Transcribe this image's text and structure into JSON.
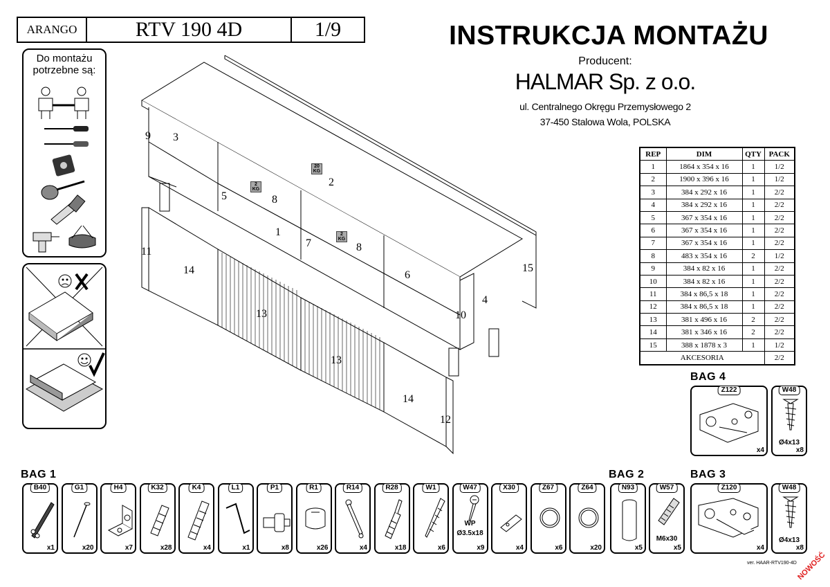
{
  "header": {
    "brand": "ARANGO",
    "model": "RTV 190 4D",
    "page": "1/9",
    "title": "INSTRUKCJA MONTAŻU",
    "producer_label": "Producent:",
    "company": "HALMAR Sp. z o.o.",
    "address_line1": "ul. Centralnego Okręgu Przemysłowego 2",
    "address_line2": "37-450 Stalowa Wola, POLSKA"
  },
  "tools_panel": {
    "title": "Do montażu potrzebne są:",
    "icons": [
      "two-workers-icon",
      "phillips-screwdriver-icon",
      "flat-screwdriver-icon",
      "tape-measure-icon",
      "mallet-icon",
      "hammer-icon",
      "drill-icon",
      "safety-goggles-icon"
    ]
  },
  "warning_panel": {
    "icons": [
      "sad-face-icon",
      "cross-mark-icon",
      "smile-face-icon",
      "check-mark-icon"
    ]
  },
  "diagram": {
    "part_numbers": [
      "9",
      "3",
      "5",
      "8",
      "2",
      "1",
      "7",
      "8",
      "6",
      "4",
      "10",
      "11",
      "14",
      "13",
      "13",
      "14",
      "12",
      "15"
    ],
    "weights": [
      {
        "value": "20",
        "unit": "KG"
      },
      {
        "value": "2",
        "unit": "KG"
      },
      {
        "value": "2",
        "unit": "KG"
      }
    ]
  },
  "parts_table": {
    "headers": [
      "REP",
      "DIM",
      "QTY",
      "PACK"
    ],
    "rows": [
      [
        "1",
        "1864 x 354 x 16",
        "1",
        "1/2"
      ],
      [
        "2",
        "1900 x 396 x 16",
        "1",
        "1/2"
      ],
      [
        "3",
        "384 x 292 x 16",
        "1",
        "2/2"
      ],
      [
        "4",
        "384 x 292 x 16",
        "1",
        "2/2"
      ],
      [
        "5",
        "367 x 354 x 16",
        "1",
        "2/2"
      ],
      [
        "6",
        "367 x 354 x 16",
        "1",
        "2/2"
      ],
      [
        "7",
        "367 x 354 x 16",
        "1",
        "2/2"
      ],
      [
        "8",
        "483 x 354 x 16",
        "2",
        "1/2"
      ],
      [
        "9",
        "384 x 82 x 16",
        "1",
        "2/2"
      ],
      [
        "10",
        "384 x 82 x 16",
        "1",
        "2/2"
      ],
      [
        "11",
        "384 x 86,5 x 18",
        "1",
        "2/2"
      ],
      [
        "12",
        "384 x 86,5 x 18",
        "1",
        "2/2"
      ],
      [
        "13",
        "381 x 496 x 16",
        "2",
        "2/2"
      ],
      [
        "14",
        "381 x 346 x 16",
        "2",
        "2/2"
      ],
      [
        "15",
        "388 x 1878 x 3",
        "1",
        "1/2"
      ]
    ],
    "footer_label": "AKCESORIA",
    "footer_pack": "2/2"
  },
  "bags": {
    "bag1": "BAG 1",
    "bag2": "BAG 2",
    "bag3": "BAG 3",
    "bag4": "BAG 4"
  },
  "hardware": [
    {
      "code": "B40",
      "qty": "x1",
      "icon": "allen-key-icon"
    },
    {
      "code": "G1",
      "qty": "x20",
      "icon": "nail-icon"
    },
    {
      "code": "H4",
      "qty": "x7",
      "icon": "bracket-icon"
    },
    {
      "code": "K32",
      "qty": "x28",
      "icon": "dowel-small-icon"
    },
    {
      "code": "K4",
      "qty": "x4",
      "icon": "dowel-large-icon"
    },
    {
      "code": "L1",
      "qty": "x1",
      "icon": "hex-key-icon"
    },
    {
      "code": "P1",
      "qty": "x8",
      "icon": "pin-icon"
    },
    {
      "code": "R1",
      "qty": "x26",
      "icon": "cam-lock-icon"
    },
    {
      "code": "R14",
      "qty": "x4",
      "icon": "connector-bolt-icon"
    },
    {
      "code": "R28",
      "qty": "x18",
      "icon": "cam-bolt-icon"
    },
    {
      "code": "W1",
      "qty": "x6",
      "icon": "long-screw-icon"
    },
    {
      "code": "W47",
      "qty": "x9",
      "sub1": "WP",
      "sub2": "Ø3.5x18",
      "icon": "short-screw-icon"
    },
    {
      "code": "X30",
      "qty": "x4",
      "icon": "shelf-support-icon"
    },
    {
      "code": "Z67",
      "qty": "x6",
      "icon": "cover-cap-icon"
    },
    {
      "code": "Z64",
      "qty": "x20",
      "icon": "cover-cap-icon"
    }
  ],
  "bag2_items": [
    {
      "code": "N93",
      "qty": "x5",
      "icon": "foot-cylinder-icon"
    },
    {
      "code": "W57",
      "qty": "x5",
      "sub1": "M6x30",
      "icon": "threaded-bolt-icon"
    }
  ],
  "bag3_items": [
    {
      "code": "Z120",
      "qty": "x4",
      "icon": "hinge-icon"
    },
    {
      "code": "W48",
      "qty": "x8",
      "sub1": "Ø4x13",
      "icon": "screw-icon"
    }
  ],
  "bag4_items": [
    {
      "code": "Z122",
      "qty": "x4",
      "icon": "hinge-icon"
    },
    {
      "code": "W48",
      "qty": "x8",
      "sub1": "Ø4x13",
      "icon": "screw-icon"
    }
  ],
  "footer": {
    "version": "ver. HAAR-RTV190-4D",
    "badge": "NOWOŚĆ"
  }
}
